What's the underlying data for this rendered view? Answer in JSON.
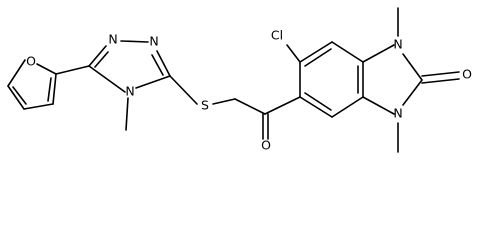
{
  "structure": {
    "atom_labels": {
      "cl": "Cl",
      "s": "S",
      "o_furan": "O",
      "o_ketone": "O",
      "o_urea": "O",
      "n_tri_1": "N",
      "n_tri_2": "N",
      "n_tri_4": "N",
      "n_bz_1": "N",
      "n_bz_3": "N"
    }
  }
}
